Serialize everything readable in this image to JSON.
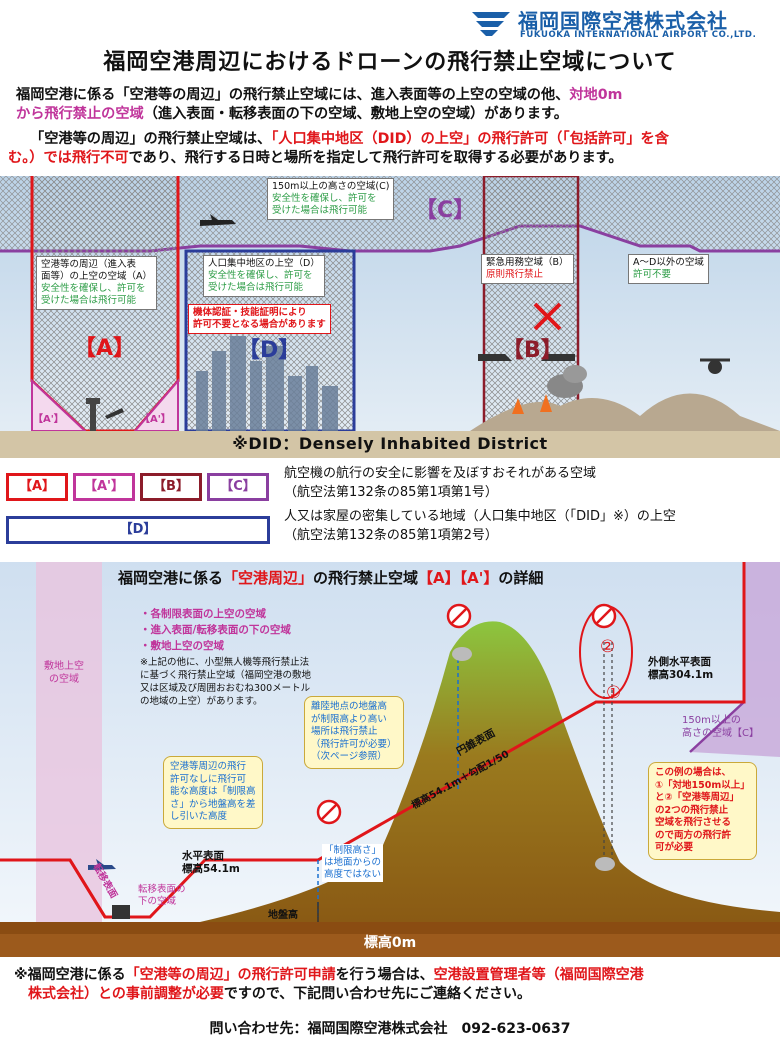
{
  "logo": {
    "name_jp": "福岡国際空港株式会社",
    "name_en": "FUKUOKA INTERNATIONAL AIRPORT CO.,LTD."
  },
  "title": "福岡空港周辺におけるドローンの飛行禁止空域について",
  "intro": {
    "l1a": "福岡空港に係る「空港等の周辺」の飛行禁止空域には、進入表面等の上空の空域の他、",
    "l1b": "対地0m",
    "l2a": "から飛行禁止の空域",
    "l2b": "（進入表面・転移表面の下の空域、敷地上空の空域）があります。",
    "l3a": "「空港等の周辺」の飛行禁止空域は、",
    "l3b": "「人口集中地区（DID）の上空」の飛行許可（「包括許可」を含",
    "l4a": "む。）では飛行不可",
    "l4b": "であり、飛行する日時と場所を指定して飛行許可を取得する必要があります。"
  },
  "diagram1": {
    "c_box_title": "150m以上の高さの空域(C)",
    "c_box_note1": "安全性を確保し、許可を",
    "c_box_note2": "受けた場合は飛行可能",
    "c_label": "【C】",
    "a_box_title1": "空港等の周辺（進入表",
    "a_box_title2": "面等）の上空の空域（A）",
    "a_box_note1": "安全性を確保し、許可を",
    "a_box_note2": "受けた場合は飛行可能",
    "a_label": "【A】",
    "a2_left": "【A'】",
    "a2_right": "【A'】",
    "d_box_title": "人口集中地区の上空（D）",
    "d_box_note1": "安全性を確保し、許可を",
    "d_box_note2": "受けた場合は飛行可能",
    "d_red_note1": "機体認証・技能証明により",
    "d_red_note2": "許可不要となる場合があります",
    "d_label": "【D】",
    "b_box_title": "緊急用務空域（B）",
    "b_box_note": "原則飛行禁止",
    "b_label": "【B】",
    "other_box_title": "A～D以外の空域",
    "other_box_note": "許可不要",
    "did_note": "※DID：Densely Inhabited District"
  },
  "legend": {
    "a": "【A】",
    "a2": "【A'】",
    "b": "【B】",
    "c": "【C】",
    "d": "【D】",
    "abc_text1": "航空機の航行の安全に影響を及ぼすおそれがある空域",
    "abc_text2": "（航空法第132条の85第1項第1号）",
    "d_text1": "人又は家屋の密集している地域（人口集中地区（「DID」※）の上空",
    "d_text2": "（航空法第132条の85第1項第2号）"
  },
  "diagram2": {
    "title_a": "福岡空港に係る",
    "title_b": "「空港周辺」",
    "title_c": "の飛行禁止空域",
    "title_d": "【A】【A'】",
    "title_e": "の詳細",
    "bullet1": "・各制限表面の上空の空域",
    "bullet2": "・進入表面/転移表面の下の空域",
    "bullet3": "・敷地上空の空域",
    "note1": "※上記の他に、小型無人機等飛行禁止法",
    "note2": "に基づく飛行禁止空域（福岡空港の敷地",
    "note3": "又は区域及び周囲おおむね300メートル",
    "note4": "の地域の上空）があります。",
    "site_label1": "敷地上空",
    "site_label2": "の空域",
    "transition_surface": "転移表面",
    "below_transition1": "転移表面の",
    "below_transition2": "下の空域",
    "horizontal_surface": "水平表面",
    "horizontal_elev": "標高54.1m",
    "conical_surface": "円錐表面",
    "conical_elev": "標高54.1m＋勾配1/50",
    "outer_surface": "外側水平表面",
    "outer_elev": "標高304.1m",
    "over150_1": "150m以上の",
    "over150_2": "高さの空域【C】",
    "ground_height": "地盤高",
    "elev0": "標高0m",
    "limit_note1": "「制限高さ」",
    "limit_note2": "は地面からの",
    "limit_note3": "高度ではない",
    "circle1": "①",
    "circle2": "②",
    "callout1": [
      "離陸地点の地盤高",
      "が制限高より高い",
      "場所は飛行禁止",
      "（飛行許可が必要）",
      "（次ページ参照）"
    ],
    "callout2": [
      "空港等周辺の飛行",
      "許可なしに飛行可",
      "能な高度は「制限高",
      "さ」から地盤高を差",
      "し引いた高度"
    ],
    "callout3": [
      "この例の場合は、",
      "①「対地150m以上」",
      "と②「空港等周辺」",
      "の2つの飛行禁止",
      "空域を飛行させる",
      "ので両方の飛行許",
      "可が必要"
    ]
  },
  "footer": {
    "l1a": "※福岡空港に係る",
    "l1b": "「空港等の周辺」の飛行許可申請",
    "l1c": "を行う場合は、",
    "l1d": "空港設置管理者等（福岡国際空港",
    "l2a": "株式会社）との事前調整が必要",
    "l2b": "ですので、下記問い合わせ先にご連絡ください。",
    "contact": "問い合わせ先：福岡国際空港株式会社　092-623-0637"
  },
  "colors": {
    "brand_blue": "#1a5fa8",
    "red": "#e0161a",
    "pink": "#c0359b",
    "purple": "#8a3fa0",
    "navy": "#2b3d9a",
    "dark_red": "#8c1c2a"
  }
}
